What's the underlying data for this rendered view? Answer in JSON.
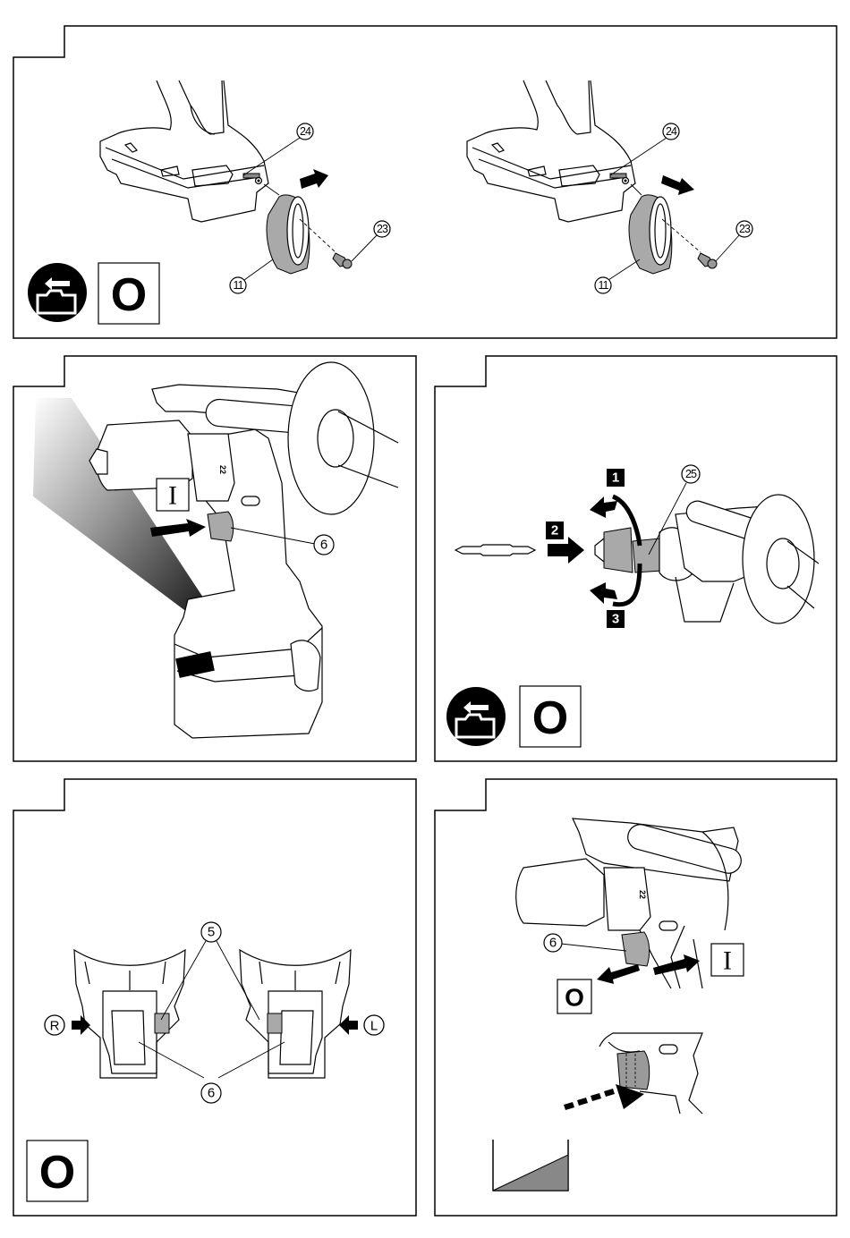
{
  "document": {
    "type": "power tool instruction manual illustrations",
    "panels": [
      {
        "id": "belt-hook-install-remove",
        "figures": [
          {
            "action": "install",
            "arrow_direction": "toward tool",
            "callouts": {
              "hook": "11",
              "screw": "23",
              "groove": "24"
            }
          },
          {
            "action": "remove",
            "arrow_direction": "away from tool",
            "callouts": {
              "hook": "11",
              "screw": "23",
              "groove": "24"
            }
          }
        ],
        "symbols": {
          "battery_removed": "remove-battery-icon",
          "switch_state": "O"
        }
      },
      {
        "id": "led-light-on",
        "labels": {
          "switch_state": "I",
          "trigger": "6"
        },
        "dial_marking": "22",
        "battery_indicator_icon": "battery-level-icon"
      },
      {
        "id": "bit-install",
        "steps": [
          "1",
          "2",
          "3"
        ],
        "callouts": {
          "chuck_sleeve": "25"
        },
        "symbols": {
          "battery_removed": "remove-battery-icon",
          "switch_state": "O"
        }
      },
      {
        "id": "rotation-direction-lever",
        "callouts": {
          "direction_lever": "5",
          "trigger": "6"
        },
        "direction_symbols": {
          "right": "R",
          "left": "L"
        },
        "symbols": {
          "switch_state": "O"
        }
      },
      {
        "id": "trigger-operation",
        "callouts": {
          "trigger": "6"
        },
        "labels": {
          "on": "I",
          "off": "O"
        },
        "dial_marking": "22",
        "speed_ramp_icon": "variable-speed-icon"
      }
    ]
  }
}
